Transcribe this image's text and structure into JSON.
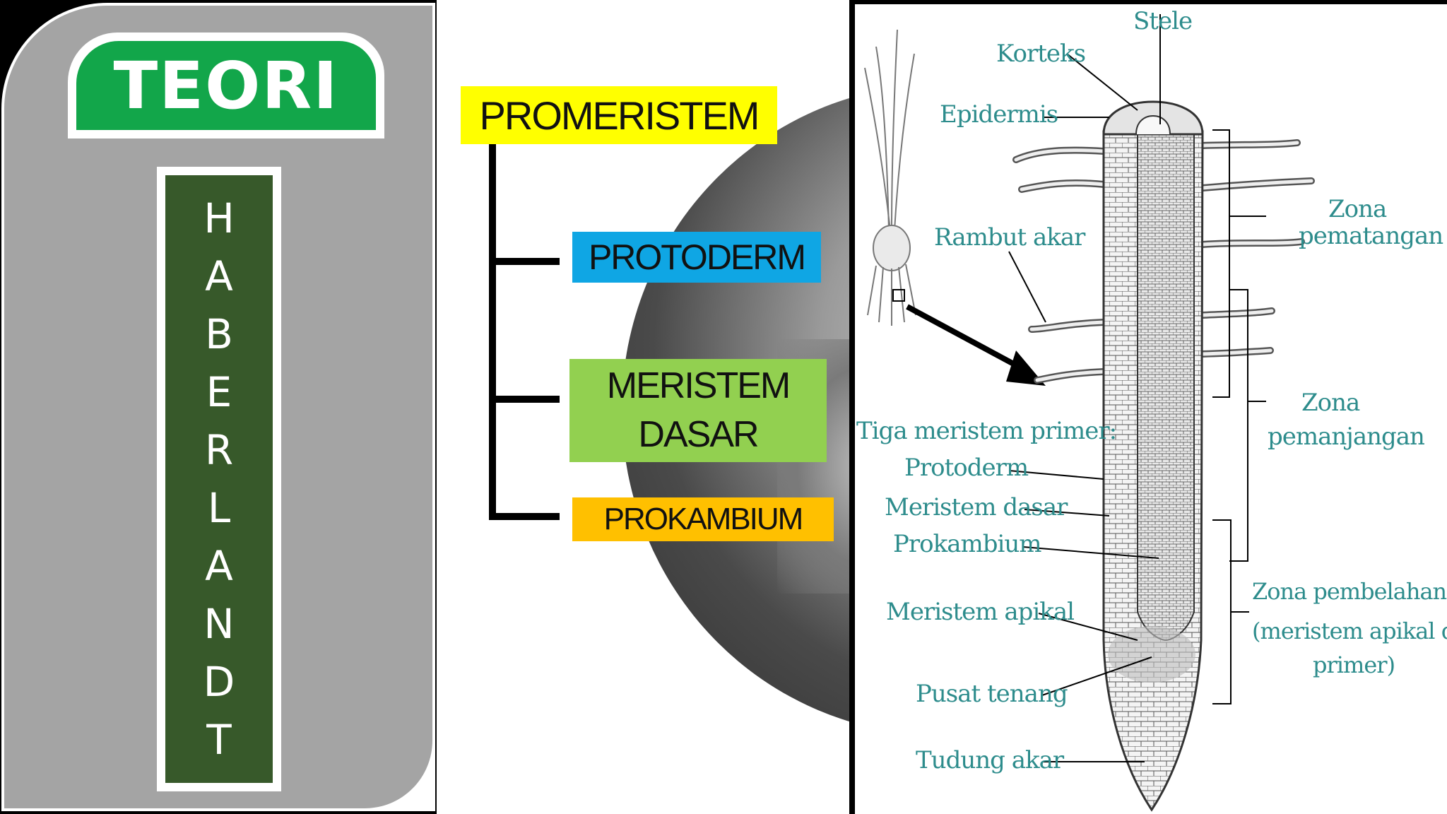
{
  "left": {
    "title": "TEORI",
    "name_letters": [
      "H",
      "A",
      "B",
      "E",
      "R",
      "L",
      "A",
      "N",
      "D",
      "T"
    ]
  },
  "middle": {
    "root": "PROMERISTEM",
    "children": [
      {
        "line1": "PROTODERM",
        "line2": ""
      },
      {
        "line1": "MERISTEM",
        "line2": "DASAR"
      },
      {
        "line1": "PROKAMBIUM",
        "line2": ""
      }
    ],
    "colors": {
      "root": "#ffff00",
      "protoderm": "#0fa6e4",
      "meristem_dasar": "#92d050",
      "prokambium": "#ffc000"
    }
  },
  "diagram": {
    "labels": {
      "stele": "Stele",
      "korteks": "Korteks",
      "epidermis": "Epidermis",
      "rambut_akar": "Rambut akar",
      "zona_pematangan_1": "Zona",
      "zona_pematangan_2": "pematangan",
      "zona_pemanjangan_1": "Zona",
      "zona_pemanjangan_2": "pemanjangan",
      "tiga_meristem": "Tiga meristem primer:",
      "protoderm": "Protoderm",
      "meristem_dasar": "Meristem dasar",
      "prokambium": "Prokambium",
      "meristem_apikal": "Meristem apikal",
      "pusat_tenang": "Pusat tenang",
      "tudung_akar": "Tudung akar",
      "zona_pembelahan_1": "Zona pembelahan sel",
      "zona_pembelahan_2": "(meristem apikal dan",
      "zona_pembelahan_3": "primer)"
    },
    "label_color": "#2d8c8c"
  }
}
